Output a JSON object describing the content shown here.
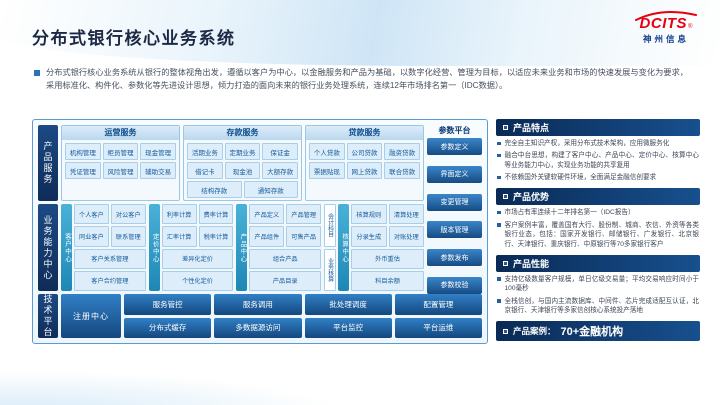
{
  "logo": {
    "brand": "DCITS",
    "reg": "®",
    "company": "神州信息"
  },
  "header": {
    "title": "分布式银行核心业务系统"
  },
  "intro": {
    "text": "分布式银行核心业务系统从银行的整体视角出发，遵循以客户为中心，以金融服务和产品为基础，以数字化经营、管理为目标，以适应未来业务和市场的快速发展与变化为要求，采用标准化、构件化、参数化等先进设计思想，倾力打造的面向未来的银行业务处理系统，连续12年市场排名第一（IDC数据）。"
  },
  "diagram": {
    "row_labels": {
      "products": "产品服务",
      "capability": "业务能力中心",
      "tech": "技术平台"
    },
    "service_groups": [
      {
        "title": "运营服务",
        "items": [
          "机构管理",
          "柜员管理",
          "现金管理",
          "凭证管理",
          "风险管理",
          "辅助交易"
        ]
      },
      {
        "title": "存款服务",
        "items": [
          "活期业务",
          "定期业务",
          "保证金",
          "借记卡",
          "现金池",
          "大额存款"
        ],
        "wide_items": [
          "结构存款",
          "通知存款"
        ]
      },
      {
        "title": "贷款服务",
        "items": [
          "个人贷款",
          "公司贷款",
          "融资贷款",
          "票据贴现",
          "网上贷款",
          "联合贷款"
        ]
      }
    ],
    "param_platform": {
      "title": "参数平台",
      "items": [
        "参数定义",
        "界面定义",
        "变更管理",
        "版本管理",
        "参数发布",
        "参数校验"
      ]
    },
    "capability_groups": [
      {
        "label": "客户中心",
        "cells": [
          "个人客户",
          "对公客户",
          "同业客户",
          "联系管理"
        ],
        "wide": [
          "客户关系管理",
          "客户合约管理"
        ]
      },
      {
        "label": "定价中心",
        "cells": [
          "利率计算",
          "费率计算",
          "汇率计算",
          "税率计算"
        ],
        "wide": [
          "差异化定价",
          "个性化定价"
        ]
      },
      {
        "label": "产品中心",
        "cells": [
          "产品定义",
          "产品管理",
          "产品组件",
          "可售产品"
        ],
        "wide": [
          "组合产品",
          "产品目录"
        ]
      },
      {
        "label": "核算中心",
        "side": [
          "会计科目",
          "业务核算"
        ],
        "cells": [
          "核算规则",
          "清算处理",
          "分录生成",
          "对账处理"
        ],
        "wide": [
          "外币重估",
          "科目余额"
        ]
      }
    ],
    "tech_platform": {
      "registry": "注册中心",
      "row1": [
        "服务管控",
        "服务调用",
        "批处理调度",
        "配置管理"
      ],
      "row2": [
        "分布式缓存",
        "多数据源访问",
        "平台监控",
        "平台运维"
      ]
    }
  },
  "panels": [
    {
      "title": "产品特点",
      "bullets": [
        "完全自主知识产权，采用分布式技术架构，应用微服务化",
        "融合中台思想，构建了客户中心、产品中心、定价中心、核算中心等业务能力中心，实现业务功能的共享复用",
        "不依赖国外关键软硬件环境，全面满足金融信创要求"
      ]
    },
    {
      "title": "产品优势",
      "bullets": [
        "市场占有率连续十二年排名第一（IDC报告）",
        "客户案例丰富，覆盖国有大行、股份制、城商、农信、外资等各类银行业态，包括：国家开发银行、邮储银行、广发银行、北京银行、天津银行、重庆银行、中原银行等70多家银行客户"
      ]
    },
    {
      "title": "产品性能",
      "bullets": [
        "支持亿级数量客户规模，单日亿级交易量；平均交易响应时间小于100毫秒",
        "全栈信创，与国内主流数据库、中间件、芯片完成适配互认证，北京银行、天津银行等多家信创核心系统投产落地"
      ]
    }
  ],
  "case_panel": {
    "label": "产品案例：",
    "value": "70+金融机构"
  }
}
